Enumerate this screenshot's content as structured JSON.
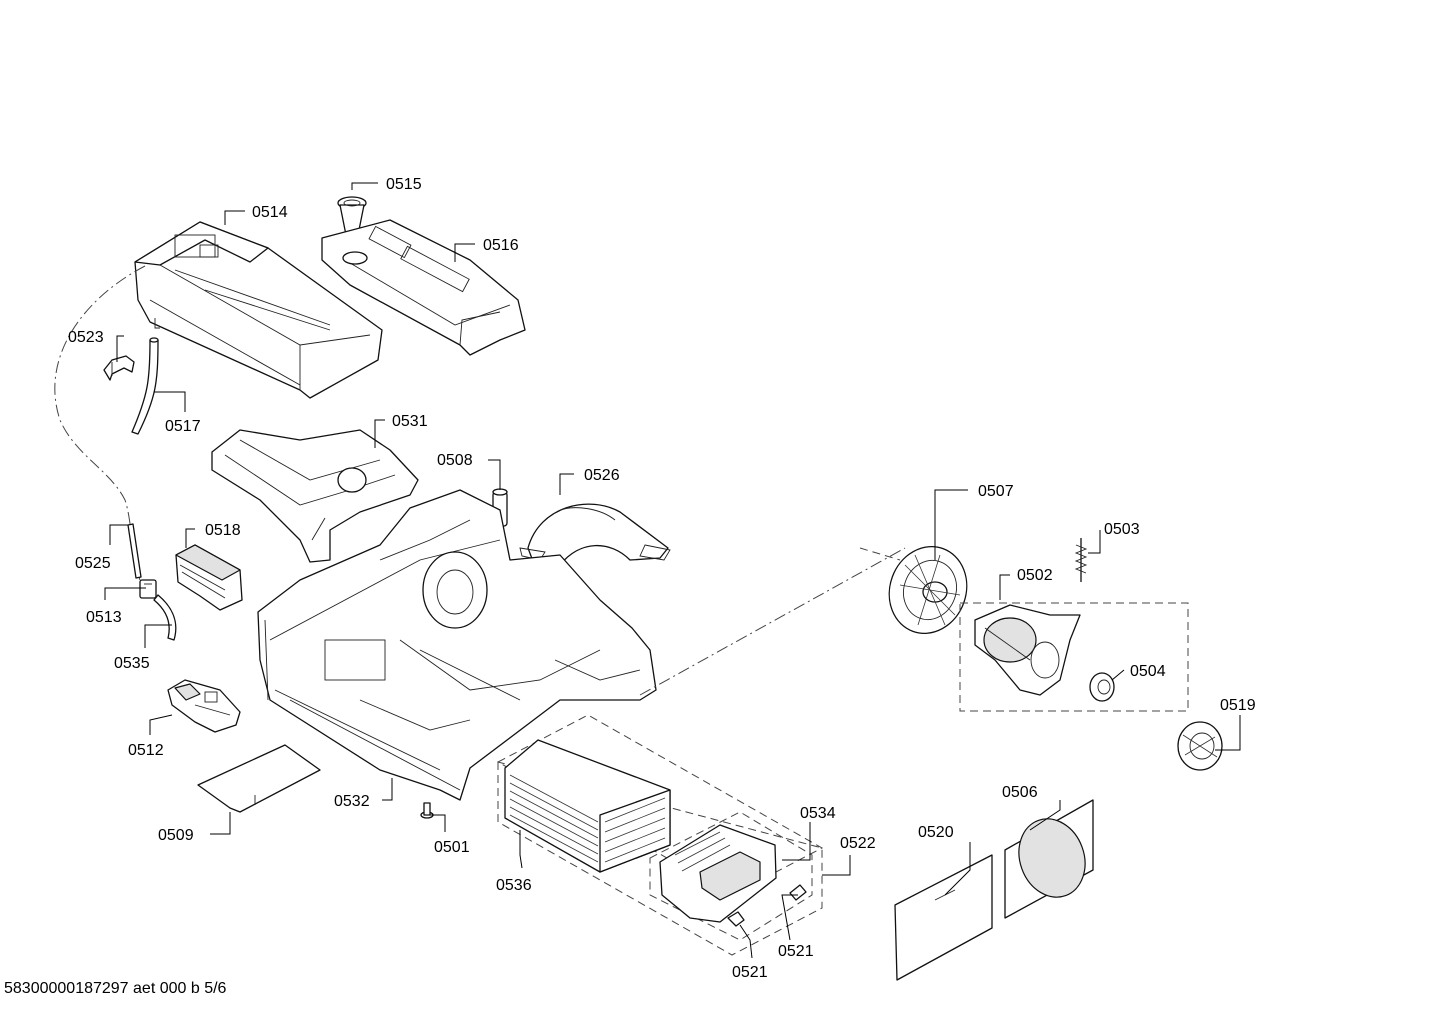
{
  "drawing": {
    "footer_code": "58300000187297 aet 000 b 5/6"
  },
  "labels": {
    "p0501": "0501",
    "p0502": "0502",
    "p0503": "0503",
    "p0504": "0504",
    "p0506": "0506",
    "p0507": "0507",
    "p0508": "0508",
    "p0509": "0509",
    "p0512": "0512",
    "p0513": "0513",
    "p0514": "0514",
    "p0515": "0515",
    "p0516": "0516",
    "p0517": "0517",
    "p0518": "0518",
    "p0519": "0519",
    "p0520": "0520",
    "p0521a": "0521",
    "p0521b": "0521",
    "p0522": "0522",
    "p0523": "0523",
    "p0525": "0525",
    "p0526": "0526",
    "p0531": "0531",
    "p0532": "0532",
    "p0534": "0534",
    "p0535": "0535",
    "p0536": "0536"
  }
}
